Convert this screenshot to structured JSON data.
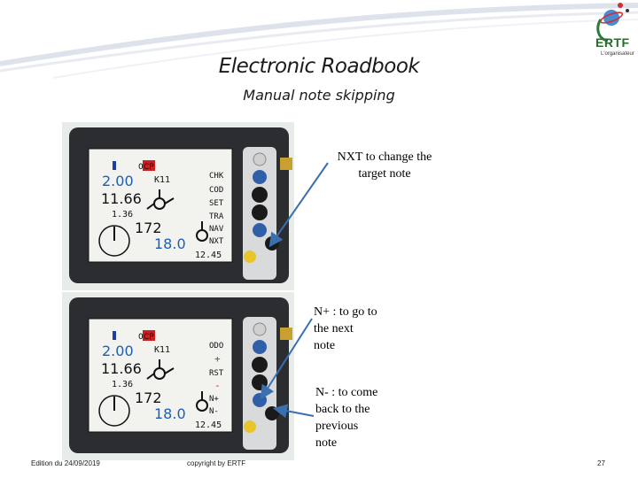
{
  "title": "Electronic Roadbook",
  "subtitle": "Manual note skipping",
  "logo": {
    "name": "ERTF",
    "tagline": "L'organisateur"
  },
  "device_top": {
    "buttons": [
      "CHK",
      "COD",
      "SET",
      "TRA",
      "NAV",
      "NXT"
    ],
    "speed_top": "2.00",
    "distance": "11.66",
    "small_dist": "1.36",
    "heading": "172",
    "speed": "18.0",
    "time": "12.45",
    "label_k": "K11",
    "badge": "CP"
  },
  "device_bottom": {
    "buttons": [
      "ODO",
      "+",
      "RST",
      "-",
      "N+",
      "N-"
    ],
    "speed_top": "2.00",
    "distance": "11.66",
    "small_dist": "1.36",
    "heading": "172",
    "speed": "18.0",
    "time": "12.45",
    "label_k": "K11",
    "badge": "CP"
  },
  "notes": {
    "nxt": [
      "NXT to change the",
      "target note"
    ],
    "nplus": [
      "N+ : to go to",
      "the next",
      "note"
    ],
    "nminus": [
      "N- : to come",
      "back to the",
      "previous",
      "note"
    ]
  },
  "footer": {
    "edition": "Edition du 24/09/2019",
    "copyright": "copyright by ERTF",
    "page": "27"
  },
  "colors": {
    "arrow": "#3a6fb0",
    "device_body": "#2b2d30",
    "screen_bg": "#f2f3ee",
    "yellow_button": "#e8c52a",
    "blue_button": "#2f5fa8"
  }
}
